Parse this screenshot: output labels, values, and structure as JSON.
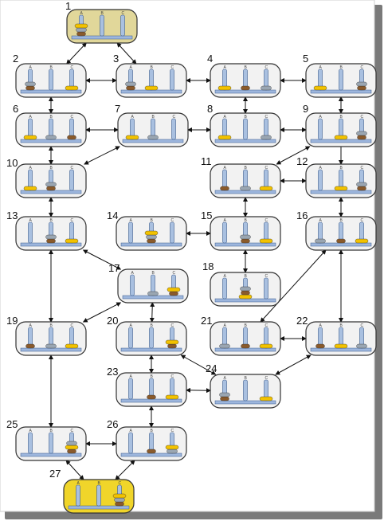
{
  "colors": {
    "background_frame": "#ffffff",
    "frame_shadow": "#7a7a7a",
    "node_fill": "#f2f2f2",
    "node_stroke": "#333333",
    "highlight_fill": "#f0d52a",
    "start_fill": "#e1d79a",
    "peg": "#a9c0e0",
    "peg_stroke": "#3b5b8c",
    "base": "#9db6dd",
    "disk_small": "#f2c200",
    "disk_medium": "#9aa6b2",
    "disk_large": "#8a5a2b",
    "arrow": "#111111"
  },
  "peg_letters": [
    "A",
    "B",
    "C"
  ],
  "states": [
    {
      "id": 1,
      "label": "1",
      "pegs": [
        [
          "L",
          "M",
          "S"
        ],
        [],
        []
      ],
      "highlight": "start"
    },
    {
      "id": 2,
      "label": "2",
      "pegs": [
        [
          "L",
          "M"
        ],
        [],
        [
          "S"
        ]
      ]
    },
    {
      "id": 3,
      "label": "3",
      "pegs": [
        [
          "L",
          "M"
        ],
        [
          "S"
        ],
        []
      ]
    },
    {
      "id": 4,
      "label": "4",
      "pegs": [
        [
          "S"
        ],
        [
          "L"
        ],
        [
          "M"
        ]
      ]
    },
    {
      "id": 5,
      "label": "5",
      "pegs": [
        [
          "S"
        ],
        [],
        [
          "L",
          "M"
        ]
      ]
    },
    {
      "id": 6,
      "label": "6",
      "pegs": [
        [
          "S"
        ],
        [
          "M"
        ],
        [
          "L"
        ]
      ]
    },
    {
      "id": 7,
      "label": "7",
      "pegs": [
        [
          "S"
        ],
        [
          "M"
        ],
        []
      ]
    },
    {
      "id": 8,
      "label": "8",
      "pegs": [
        [
          "S"
        ],
        [],
        [
          "M"
        ]
      ]
    },
    {
      "id": 9,
      "label": "9",
      "pegs": [
        [],
        [
          "S"
        ],
        [
          "L",
          "M"
        ]
      ]
    },
    {
      "id": 10,
      "label": "10",
      "pegs": [
        [
          "S"
        ],
        [
          "L",
          "M"
        ],
        []
      ]
    },
    {
      "id": 11,
      "label": "11",
      "pegs": [
        [
          "L"
        ],
        [
          "M"
        ],
        [
          "S"
        ]
      ]
    },
    {
      "id": 12,
      "label": "12",
      "pegs": [
        [],
        [
          "S"
        ],
        [
          "L",
          "M"
        ]
      ]
    },
    {
      "id": 13,
      "label": "13",
      "pegs": [
        [],
        [
          "L",
          "M"
        ],
        [
          "S"
        ]
      ]
    },
    {
      "id": 14,
      "label": "14",
      "pegs": [
        [],
        [
          "L",
          "M",
          "S"
        ],
        []
      ]
    },
    {
      "id": 15,
      "label": "15",
      "pegs": [
        [],
        [
          "L",
          "M"
        ],
        [
          "S"
        ]
      ]
    },
    {
      "id": 16,
      "label": "16",
      "pegs": [
        [
          "M"
        ],
        [
          "L"
        ],
        [
          "S"
        ]
      ]
    },
    {
      "id": 17,
      "label": "17",
      "pegs": [
        [],
        [
          "M"
        ],
        [
          "L",
          "S"
        ]
      ]
    },
    {
      "id": 18,
      "label": "18",
      "pegs": [
        [],
        [
          "S",
          "L",
          "M"
        ],
        []
      ]
    },
    {
      "id": 19,
      "label": "19",
      "pegs": [
        [
          "L"
        ],
        [
          "M"
        ],
        [
          "S"
        ]
      ]
    },
    {
      "id": 20,
      "label": "20",
      "pegs": [
        [],
        [],
        [
          "L",
          "S"
        ]
      ]
    },
    {
      "id": 21,
      "label": "21",
      "pegs": [
        [
          "M"
        ],
        [
          "L"
        ],
        [
          "S"
        ]
      ]
    },
    {
      "id": 22,
      "label": "22",
      "pegs": [
        [
          "L"
        ],
        [
          "S"
        ],
        [
          "M"
        ]
      ]
    },
    {
      "id": 23,
      "label": "23",
      "pegs": [
        [],
        [
          "L"
        ],
        [
          "S"
        ]
      ]
    },
    {
      "id": 24,
      "label": "24",
      "pegs": [
        [
          "L",
          "M"
        ],
        [],
        [
          "S"
        ]
      ]
    },
    {
      "id": 25,
      "label": "25",
      "pegs": [
        [],
        [],
        [
          "L",
          "S",
          "M"
        ]
      ]
    },
    {
      "id": 26,
      "label": "26",
      "pegs": [
        [],
        [
          "L"
        ],
        [
          "M",
          "S"
        ]
      ]
    },
    {
      "id": 27,
      "label": "27",
      "pegs": [
        [],
        [],
        [
          "L",
          "M",
          "S"
        ]
      ],
      "highlight": "goal"
    }
  ],
  "edges": [
    [
      1,
      2
    ],
    [
      1,
      3
    ],
    [
      2,
      3
    ],
    [
      3,
      4
    ],
    [
      4,
      5
    ],
    [
      2,
      6
    ],
    [
      4,
      8
    ],
    [
      5,
      9
    ],
    [
      6,
      7
    ],
    [
      7,
      8
    ],
    [
      8,
      9
    ],
    [
      6,
      10
    ],
    [
      7,
      10
    ],
    [
      9,
      11
    ],
    [
      5,
      12
    ],
    [
      11,
      12
    ],
    [
      10,
      13
    ],
    [
      11,
      15
    ],
    [
      12,
      16
    ],
    [
      14,
      15
    ],
    [
      15,
      18
    ],
    [
      13,
      17
    ],
    [
      13,
      19
    ],
    [
      17,
      19
    ],
    [
      17,
      20
    ],
    [
      15,
      18
    ],
    [
      16,
      22
    ],
    [
      16,
      21
    ],
    [
      20,
      24
    ],
    [
      21,
      22
    ],
    [
      19,
      25
    ],
    [
      20,
      23
    ],
    [
      23,
      24
    ],
    [
      23,
      26
    ],
    [
      22,
      24
    ],
    [
      25,
      26
    ],
    [
      25,
      27
    ],
    [
      26,
      27
    ]
  ]
}
